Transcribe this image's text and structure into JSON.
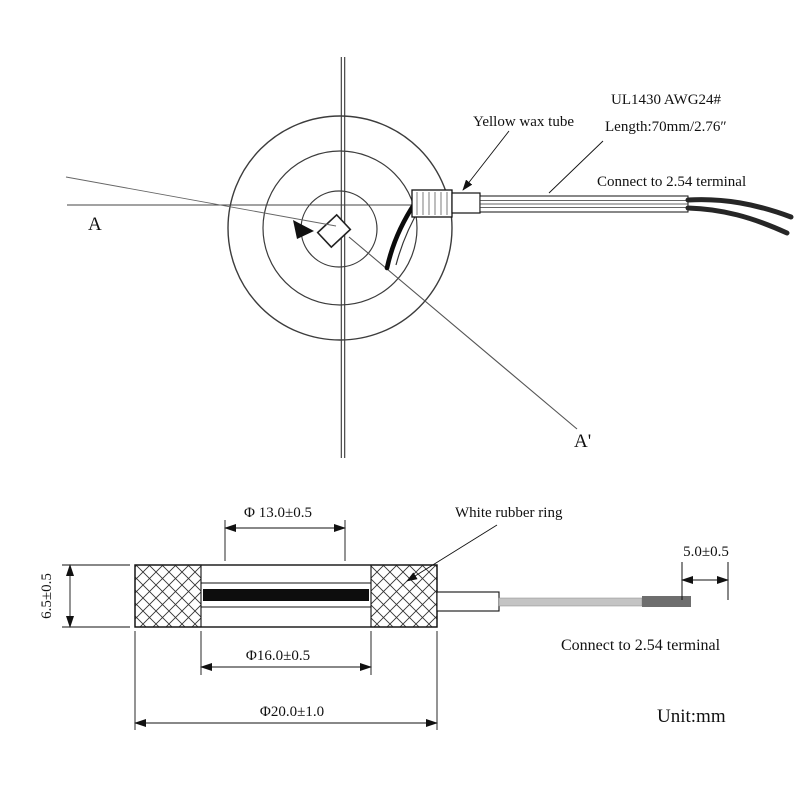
{
  "colors": {
    "line": "#1a1a1a",
    "background": "#ffffff",
    "wire_gray": "#c4c4c4",
    "wire_dark": "#6e6e6e"
  },
  "top_view": {
    "section_label_a": "A",
    "section_label_a_prime": "A'",
    "wire_spec": "UL1430 AWG24#",
    "wire_length": "Length:70mm/2.76″",
    "wax_tube_label": "Yellow wax tube",
    "terminal_label": "Connect to 2.54 terminal"
  },
  "section_view": {
    "rubber_ring_label": "White rubber ring",
    "dim_top": "Φ 13.0±0.5",
    "dim_inner": "Φ16.0±0.5",
    "dim_outer": "Φ20.0±1.0",
    "dim_height": "6.5±0.5",
    "dim_terminal": "5.0±0.5",
    "terminal_label": "Connect to 2.54 terminal",
    "unit_label": "Unit:mm"
  }
}
